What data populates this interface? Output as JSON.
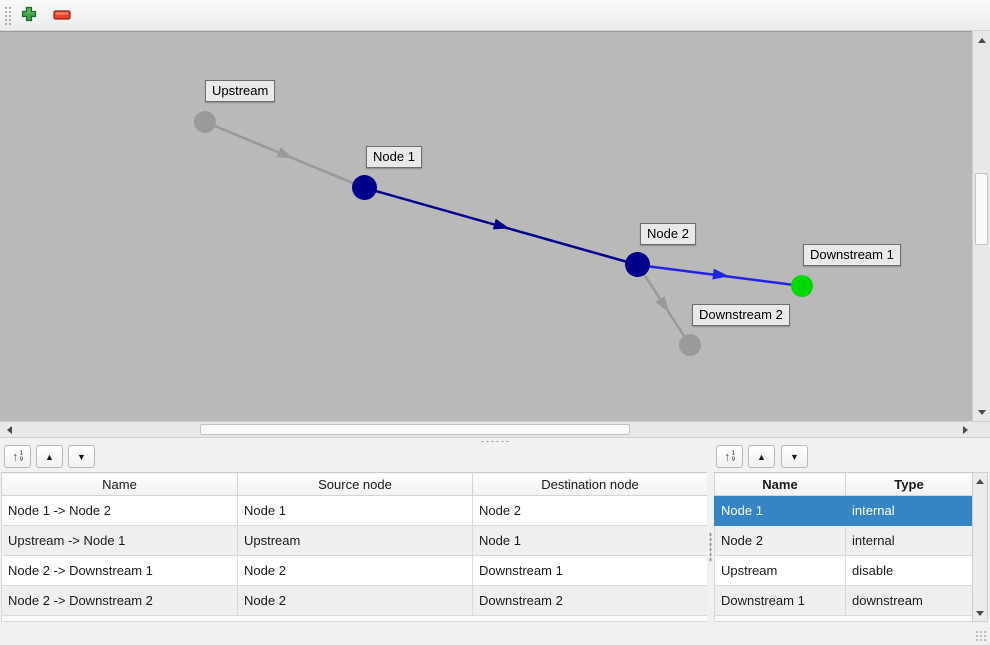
{
  "toolbar": {
    "add_tooltip": "add",
    "remove_tooltip": "remove"
  },
  "icons": {
    "move_up_glyph": "▲",
    "move_down_glyph": "▼",
    "sort_arrow_glyph": "↑",
    "sort_digit_top": "1",
    "sort_digit_bottom": "9"
  },
  "graph": {
    "background_color": "#b9b9b9",
    "nodes": [
      {
        "label": "Upstream",
        "color": "#9a9a9a"
      },
      {
        "label": "Node 1",
        "color": "#00008b"
      },
      {
        "label": "Node 2",
        "color": "#00008b"
      },
      {
        "label": "Downstream 1",
        "color": "#00d900"
      },
      {
        "label": "Downstream 2",
        "color": "#9a9a9a"
      }
    ],
    "edges": [
      {
        "from": "Upstream",
        "to": "Node 1",
        "color": "#9a9a9a"
      },
      {
        "from": "Node 1",
        "to": "Node 2",
        "color": "#00008b"
      },
      {
        "from": "Node 2",
        "to": "Downstream 1",
        "color": "#2323e8"
      },
      {
        "from": "Node 2",
        "to": "Downstream 2",
        "color": "#9a9a9a"
      }
    ]
  },
  "edges_table": {
    "headers": [
      "Name",
      "Source node",
      "Destination node"
    ],
    "rows": [
      [
        "Node 1 -> Node 2",
        "Node 1",
        "Node 2"
      ],
      [
        "Upstream -> Node 1",
        "Upstream",
        "Node 1"
      ],
      [
        "Node 2 -> Downstream 1",
        "Node 2",
        "Downstream 1"
      ],
      [
        "Node 2 -> Downstream 2",
        "Node 2",
        "Downstream 2"
      ]
    ]
  },
  "nodes_table": {
    "headers": [
      "Name",
      "Type"
    ],
    "rows": [
      [
        "Node 1",
        "internal"
      ],
      [
        "Node 2",
        "internal"
      ],
      [
        "Upstream",
        "disable"
      ],
      [
        "Downstream 1",
        "downstream"
      ]
    ],
    "selected_row_index": 0,
    "selection_color": "#3585c5"
  }
}
